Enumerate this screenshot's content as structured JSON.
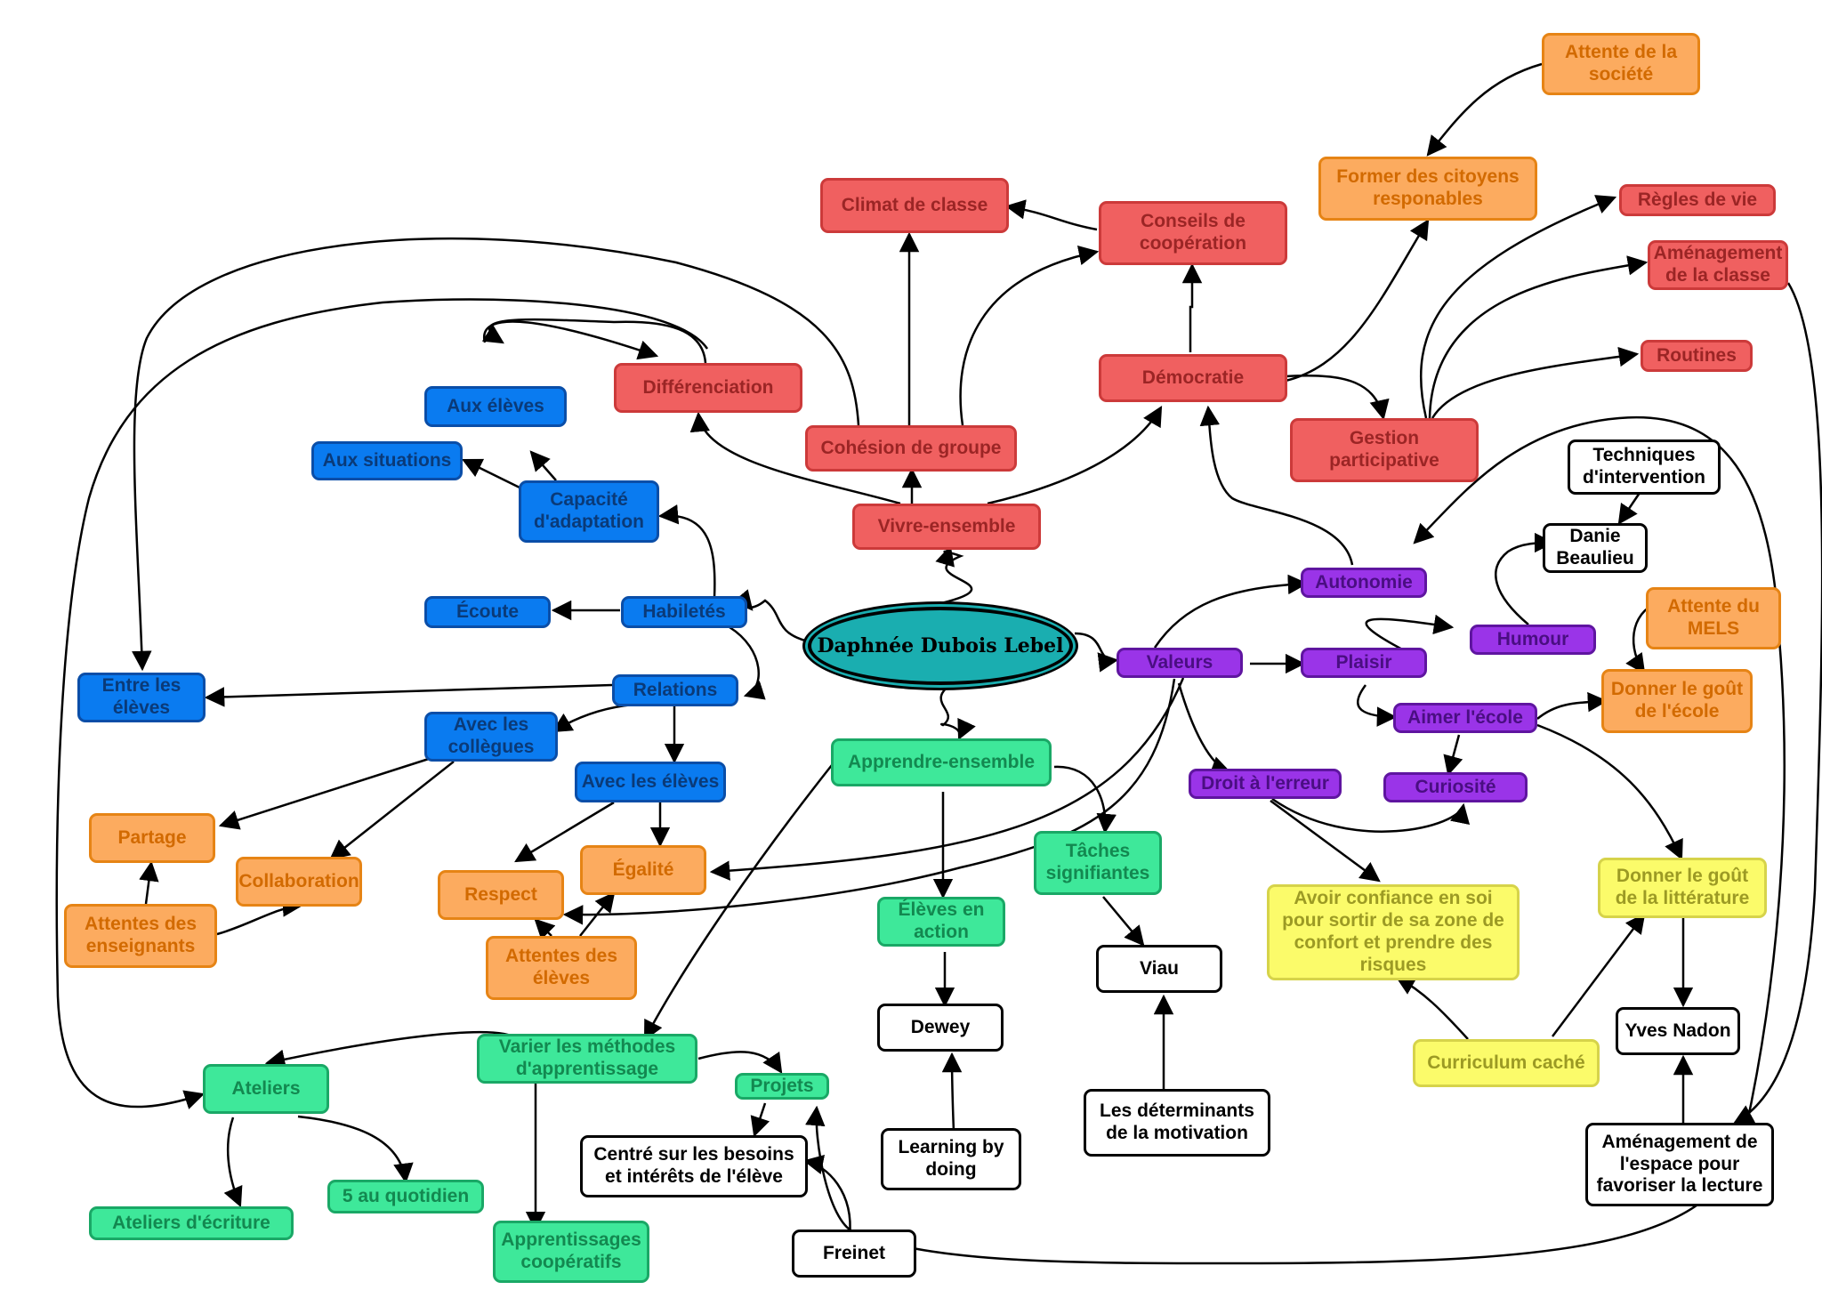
{
  "root": "Daphnée Dubois Lebel",
  "nodes": {
    "vivre_ensemble": "Vivre-ensemble",
    "cohesion": "Cohésion de groupe",
    "climat": "Climat de classe",
    "conseils": "Conseils de coopération",
    "differenciation": "Différenciation",
    "democratie": "Démocratie",
    "gestion": "Gestion participative",
    "regles": "Règles de vie",
    "amenagement_classe": "Aménagement de la classe",
    "routines": "Routines",
    "former_citoyens": "Former des citoyens responables",
    "attente_societe": "Attente de la société",
    "aux_eleves": "Aux élèves",
    "aux_situations": "Aux situations",
    "capacite": "Capacité d'adaptation",
    "ecoute": "Écoute",
    "habiletes": "Habiletés",
    "relations": "Relations",
    "entre_eleves": "Entre les élèves",
    "avec_collegues": "Avec les collègues",
    "avec_eleves": "Avec les élèves",
    "partage": "Partage",
    "collaboration": "Collaboration",
    "attentes_enseignants": "Attentes des enseignants",
    "respect": "Respect",
    "egalite": "Égalité",
    "attentes_eleves": "Attentes des élèves",
    "apprendre_ensemble": "Apprendre-ensemble",
    "taches": "Tâches signifiantes",
    "eleves_action": "Élèves en action",
    "viau": "Viau",
    "dewey": "Dewey",
    "learning": "Learning by doing",
    "determinants": "Les déterminants de la motivation",
    "varier": "Varier les méthodes d'apprentissage",
    "projets": "Projets",
    "centre": "Centré sur les besoins et intérêts de l'élève",
    "freinet": "Freinet",
    "ateliers": "Ateliers",
    "ateliers_ecriture": "Ateliers d'écriture",
    "cinq_quotidien": "5 au quotidien",
    "apprentissages_coop": "Apprentissages coopératifs",
    "valeurs": "Valeurs",
    "autonomie": "Autonomie",
    "plaisir": "Plaisir",
    "humour": "Humour",
    "danie": "Danie Beaulieu",
    "techniques": "Techniques d'intervention",
    "aimer_ecole": "Aimer l'école",
    "curiosite": "Curiosité",
    "droit_erreur": "Droit à l'erreur",
    "donner_gout_ecole": "Donner le goût de l'école",
    "attente_mels": "Attente du MELS",
    "donner_gout_litterature": "Donner le goût de la littérature",
    "avoir_confiance": "Avoir confiance en soi pour sortir de sa zone de confort et prendre des risques",
    "curriculum": "Curriculum caché",
    "yves": "Yves Nadon",
    "amenagement_espace": "Aménagement de l'espace pour favoriser la lecture"
  },
  "colors": {
    "red": "#f06060",
    "blue": "#0a7bf0",
    "purple": "#9a34e8",
    "green": "#3ee89a",
    "orange": "#fcab5f",
    "yellow": "#fbfb6a",
    "root": "#1aaeb0"
  }
}
